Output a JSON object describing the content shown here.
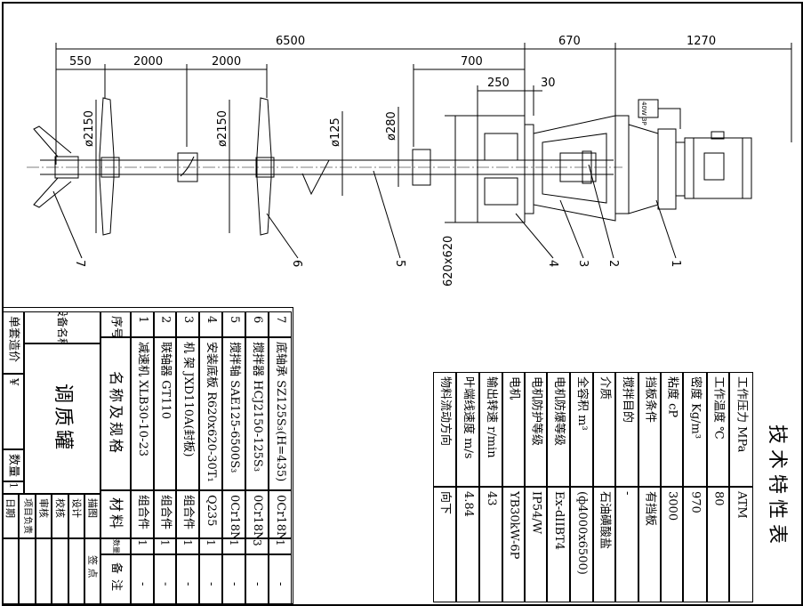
{
  "drawing": {
    "dimensions": {
      "total_length": "6500",
      "frame_length": "670",
      "drive_length": "1270",
      "bottom_offset": "550",
      "impeller_spacing_1": "2000",
      "impeller_spacing_2": "2000",
      "bearing_offset": "700",
      "base_width": "250",
      "flange_gap": "30",
      "impeller_dia_1": "ø2150",
      "impeller_dia_2": "ø2150",
      "shaft_dia": "ø125",
      "hub_dia": "ø280",
      "base_size": "620x620"
    },
    "motor_plate": "40W 3P",
    "callouts": [
      "1",
      "2",
      "3",
      "4",
      "5",
      "6",
      "7"
    ]
  },
  "parts_table": {
    "header": {
      "no": "序号",
      "name_spec": "名称及规格",
      "material": "材料",
      "qty": "数量",
      "note": "备注"
    },
    "rows": [
      {
        "no": "1",
        "name": "减速机 XLB30-10-23",
        "material": "组合件",
        "qty": "1",
        "note": "-"
      },
      {
        "no": "2",
        "name": "联轴器 GT110",
        "material": "组合件",
        "qty": "1",
        "note": "-"
      },
      {
        "no": "3",
        "name": "机 架 JXD110A(封板)",
        "material": "组合件",
        "qty": "1",
        "note": "-"
      },
      {
        "no": "4",
        "name": "安装底板 R620x620-30T₁",
        "material": "Q235",
        "qty": "1",
        "note": "-"
      },
      {
        "no": "5",
        "name": "搅拌轴 SAE125-6500S₃",
        "material": "0Cr18Ni9",
        "qty": "1",
        "note": "-"
      },
      {
        "no": "6",
        "name": "搅拌器 HCJ2150-125S₃",
        "material": "0Cr18Ni9",
        "qty": "3",
        "note": "-"
      },
      {
        "no": "7",
        "name": "底轴承 SZ125S₃(H=435)",
        "material": "0Cr18Ni9",
        "qty": "1",
        "note": "-"
      }
    ],
    "title_block": {
      "unit_price_label": "单套造价",
      "unit_price_value": "¥",
      "qty_label": "数量",
      "qty_value": "1",
      "equipment_name_label": "设备名称",
      "equipment_name": "调质罐",
      "signatures": [
        "描图",
        "设计",
        "校核",
        "审核",
        "项目负责",
        "日期"
      ],
      "sign_note": "签 点"
    }
  },
  "spec_table": {
    "title": "技术特性表",
    "rows": [
      {
        "label": "工作压力 MPa",
        "value": "ATM"
      },
      {
        "label": "工作温度 ℃",
        "value": "80"
      },
      {
        "label": "密度 Kg/m³",
        "value": "970"
      },
      {
        "label": "粘度 cP",
        "value": "3000"
      },
      {
        "label": "挡板条件",
        "value": "有挡板"
      },
      {
        "label": "搅拌目的",
        "value": "-"
      },
      {
        "label": "介质",
        "value": "石油磺酸盐"
      },
      {
        "label": "全容积 m³",
        "value": "(ф4000x6500)"
      },
      {
        "label": "电机防爆等级",
        "value": "Ex-dIIBT4"
      },
      {
        "label": "电机防护等级",
        "value": "IP54/W"
      },
      {
        "label": "电机",
        "value": "YB30kW-6P"
      },
      {
        "label": "输出转速 r/min",
        "value": "43"
      },
      {
        "label": "叶端线速度 m/s",
        "value": "4.84"
      },
      {
        "label": "物料流动方向",
        "value": "向下"
      }
    ]
  }
}
